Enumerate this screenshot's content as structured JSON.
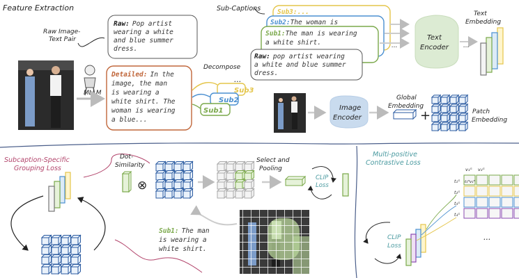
{
  "sections": {
    "feature_extraction": "Feature Extraction",
    "subcaption_loss_line1": "Subcaption-Specific",
    "subcaption_loss_line2": "Grouping Loss",
    "multi_positive_line1": "Multi-positive",
    "multi_positive_line2": "Contrastive Loss"
  },
  "labels": {
    "raw_pair_line1": "Raw Image-",
    "raw_pair_line2": "Text Pair",
    "mllm": "MLLM",
    "decompose": "Decompose",
    "ellipsis": "...",
    "sub_captions": "Sub-Captions",
    "text_encoder_line1": "Text",
    "text_encoder_line2": "Encoder",
    "text_embedding_line1": "Text",
    "text_embedding_line2": "Embedding",
    "image_encoder_line1": "Image",
    "image_encoder_line2": "Encoder",
    "global_embedding_line1": "Global",
    "global_embedding_line2": "Embedding",
    "plus": "+",
    "patch_embedding_line1": "Patch",
    "patch_embedding_line2": "Embedding",
    "dot_similarity_line1": "Dot-",
    "dot_similarity_line2": "Similarity",
    "otimes": "⊗",
    "select_pooling_line1": "Select and",
    "select_pooling_line2": "Pooling",
    "clip_loss_line1": "CLIP",
    "clip_loss_line2": "Loss"
  },
  "captions": {
    "raw_prefix": "Raw:",
    "raw_lines": [
      "Pop artist",
      "wearing a white",
      "and blue summer",
      "dress."
    ],
    "detailed_prefix": "Detailed:",
    "detailed_first": "In the",
    "detailed_lines": [
      "image, the man",
      "is wearing a",
      "white shirt. The",
      "woman is wearing",
      "a blue..."
    ],
    "sub1_tag": "Sub1",
    "sub2_tag": "Sub2",
    "sub3_tag": "Sub3",
    "stack_sub3": "Sub3:...",
    "stack_sub2_prefix": "Sub2:",
    "stack_sub2_text": "The woman is",
    "stack_sub1_prefix": "Sub1:",
    "stack_sub1_lines": [
      "The man is wearing",
      "a white shirt."
    ],
    "stack_raw_prefix": "Raw:",
    "stack_raw_lines": [
      "pop artist wearing",
      "a white and blue summer",
      "dress."
    ],
    "bottom_sub1_prefix": "Sub1:",
    "bottom_sub1_first": "The man",
    "bottom_sub1_lines": [
      "is wearing a",
      "white shirt."
    ]
  },
  "matrix_labels": {
    "row_labels": [
      "t₁ᴳ",
      "t₂ᴳ",
      "t₃ᴳ",
      "t₄ᴳ"
    ],
    "col_labels": [
      "v₁ᴳ",
      "v₂ᴳ"
    ],
    "diag_label": "t₁ᴳv₁ᴳ"
  },
  "colors": {
    "sub1": "#7aa84a",
    "sub2": "#4a8fd0",
    "sub3": "#e4c54a",
    "detailed": "#c0663a",
    "encoder_text": "#dcebd3",
    "encoder_image": "#c9dbee",
    "cube": "#4a86c5",
    "section_pink": "#b2446b",
    "section_teal": "#4a9aa0"
  }
}
